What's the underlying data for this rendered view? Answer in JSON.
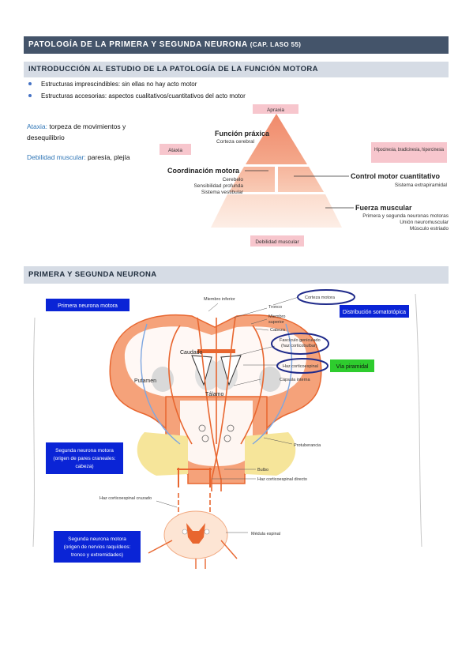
{
  "header": {
    "title": "PATOLOGÍA DE LA PRIMERA Y SEGUNDA NEURONA",
    "reference": "(CAP. LASO 55)"
  },
  "intro": {
    "title": "INTRODUCCIÓN AL ESTUDIO DE LA PATOLOGÍA DE LA FUNCIÓN MOTORA",
    "bullets": [
      "Estructuras imprescindibles: sin ellas no hay acto motor",
      "Estructuras accesorias: aspectos cualitativos/cuantitativos del acto motor"
    ],
    "notes": {
      "ataxia_term": "Ataxia:",
      "ataxia_text_1": "torpeza de movimientos y",
      "ataxia_text_2": "desequilibrio",
      "weakness_term": "Debilidad muscular:",
      "weakness_text": "paresía, plejía"
    }
  },
  "pyramid": {
    "apex_label": "Apraxia",
    "left_label": "Ataxia",
    "right_label": "Hipocinesia, bradicinesia, hipercinesia",
    "bottom_label": "Debilidad muscular",
    "praxis_title": "Función práxica",
    "praxis_sub": "Corteza cerebral",
    "coord_title": "Coordinación motora",
    "coord_sub": [
      "Cerebelo",
      "Sensibilidad profunda",
      "Sistema vestibular"
    ],
    "quant_title": "Control motor cuantitativo",
    "quant_sub": "Sistema extrapiramidal",
    "force_title": "Fuerza muscular",
    "force_sub": [
      "Primera y segunda neuronas motoras",
      "Unión neuromuscular",
      "Músculo estriado"
    ]
  },
  "neurons": {
    "title": "PRIMERA Y SEGUNDA NEURONA",
    "box_first": "Primera neurona motora",
    "box_somato": "Distribución somatotópica",
    "box_pyramidal": "Vía piramidal",
    "box_second_cranial": [
      "Segunda neurona motora",
      "(origen de pares craneales:",
      "cabeza)"
    ],
    "box_second_spinal": [
      "Segunda neurona motora",
      "(origen de nervios raquídeos:",
      "tronco y extremidades)"
    ],
    "labels": {
      "lower_limb": "Miembro inferior",
      "trunk": "Tronco",
      "upper_limb_1": "Miembro",
      "upper_limb_2": "superior",
      "head": "Cabeza",
      "motor_cortex": "Corteza motora",
      "geniculate_1": "Fascículo geniculado",
      "geniculate_2": "(haz corticobulbar)",
      "corticospinal": "Haz corticoespinal",
      "internal_capsule": "Cápsula interna",
      "caudate": "Caudado",
      "putamen": "Putamen",
      "thalamus": "Tálamo",
      "pons": "Protuberancia",
      "medulla": "Bulbo",
      "direct_tract": "Haz corticoespinal directo",
      "crossed_tract": "Haz corticoespinal cruzado",
      "spinal_cord": "Médula espinal"
    }
  }
}
